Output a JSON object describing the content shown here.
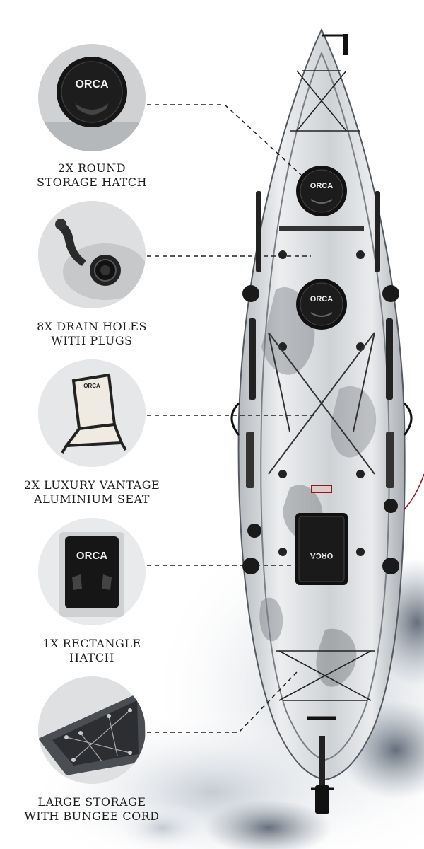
{
  "brand": {
    "name": "ORCA",
    "hull_color": "#d9dbdd",
    "accent_color": "#111111"
  },
  "features": [
    {
      "line1": "2X ROUND",
      "line2": "STORAGE HATCH",
      "image": "round-hatch-closeup"
    },
    {
      "line1": "8X DRAIN HOLES",
      "line2": "WITH PLUGS",
      "image": "drain-plug-closeup"
    },
    {
      "line1": "2X LUXURY VANTAGE",
      "line2": "ALUMINIUM SEAT",
      "image": "seat-closeup"
    },
    {
      "line1": "1X RECTANGLE",
      "line2": "HATCH",
      "image": "rectangle-hatch-closeup"
    },
    {
      "line1": "LARGE STORAGE",
      "line2": "WITH BUNGEE CORD",
      "image": "bungee-storage-closeup"
    }
  ]
}
